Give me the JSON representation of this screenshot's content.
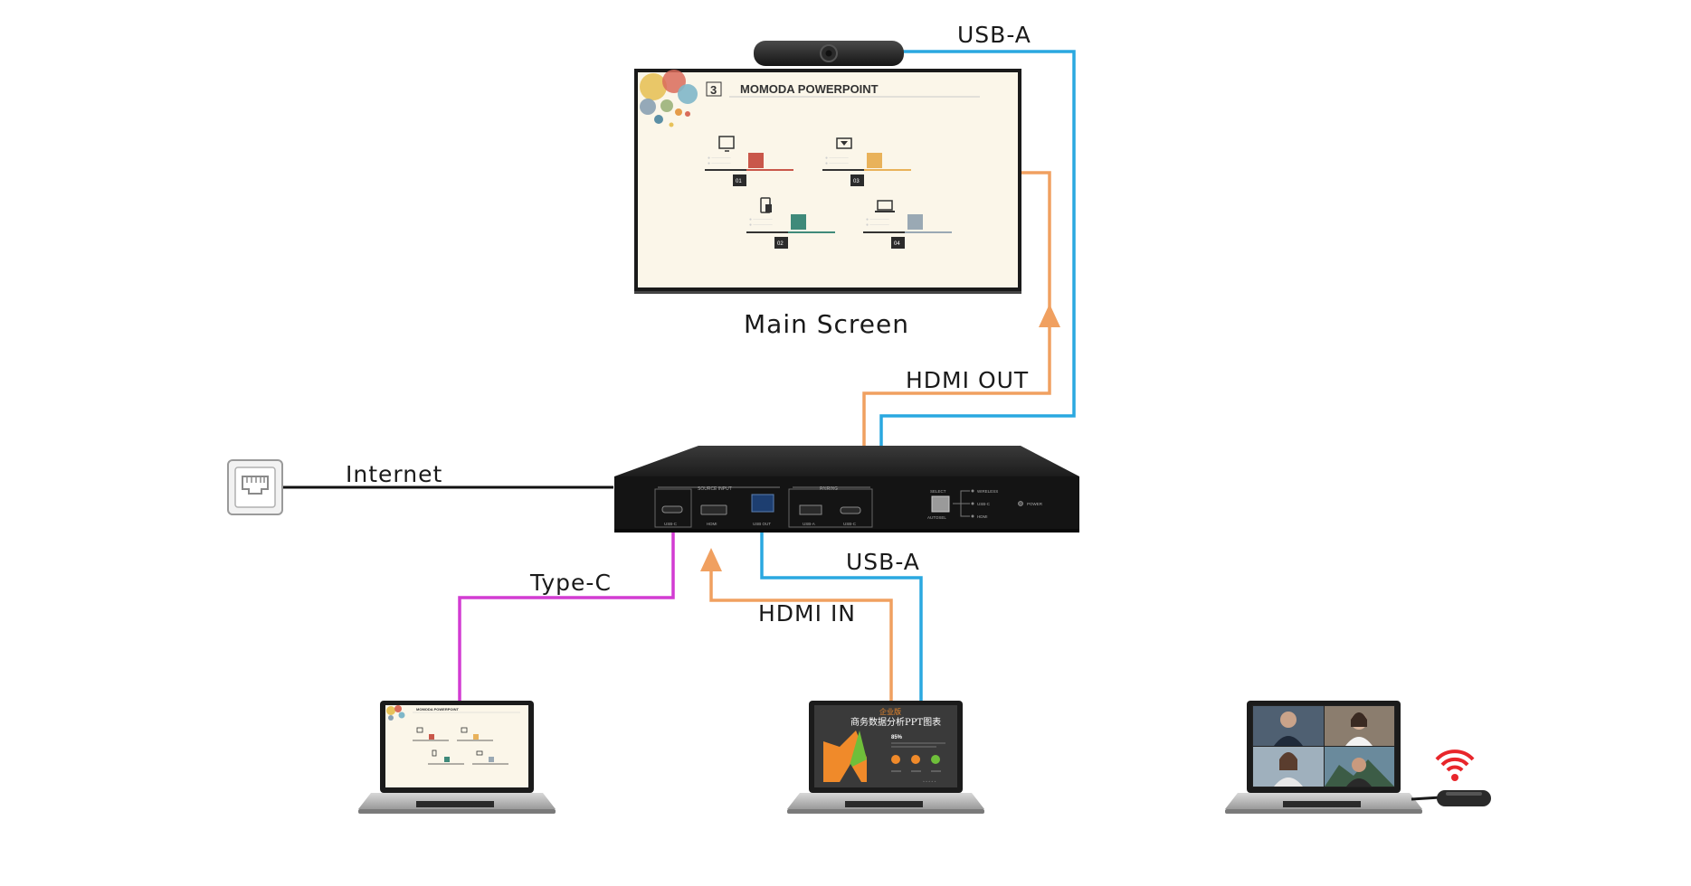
{
  "diagram": {
    "labels": {
      "usb_a_top": "USB-A",
      "main_screen": "Main Screen",
      "hdmi_out": "HDMI OUT",
      "internet": "Internet",
      "type_c": "Type-C",
      "usb_a_bottom": "USB-A",
      "hdmi_in": "HDMI IN"
    },
    "slide": {
      "number": "3",
      "title": "MOMODA POWERPOINT",
      "blocks": [
        "01",
        "02",
        "03",
        "04"
      ]
    },
    "device": {
      "source_input": "SOURCE INPUT",
      "pairing": "PAIRING",
      "port_hdmi": "HDMI",
      "port_usbc": "USB-C",
      "port_usbout": "USB OUT",
      "port_usba": "USB-A",
      "port_usbc2": "USB-C",
      "select": "SELECT",
      "autosel": "AUTOSEL",
      "wireless": "WIRELESS",
      "usbc_led": "USB-C",
      "hdmi_led": "HDMI",
      "power": "POWER"
    },
    "laptop2_screen": {
      "title1": "企业版",
      "title2": "商务数据分析PPT图表",
      "percent": "85%"
    },
    "colors": {
      "hdmi": "#f0a060",
      "usb": "#2aa8e0",
      "typec": "#d23cd2",
      "internet": "#111111",
      "wifi": "#e8262b"
    }
  }
}
